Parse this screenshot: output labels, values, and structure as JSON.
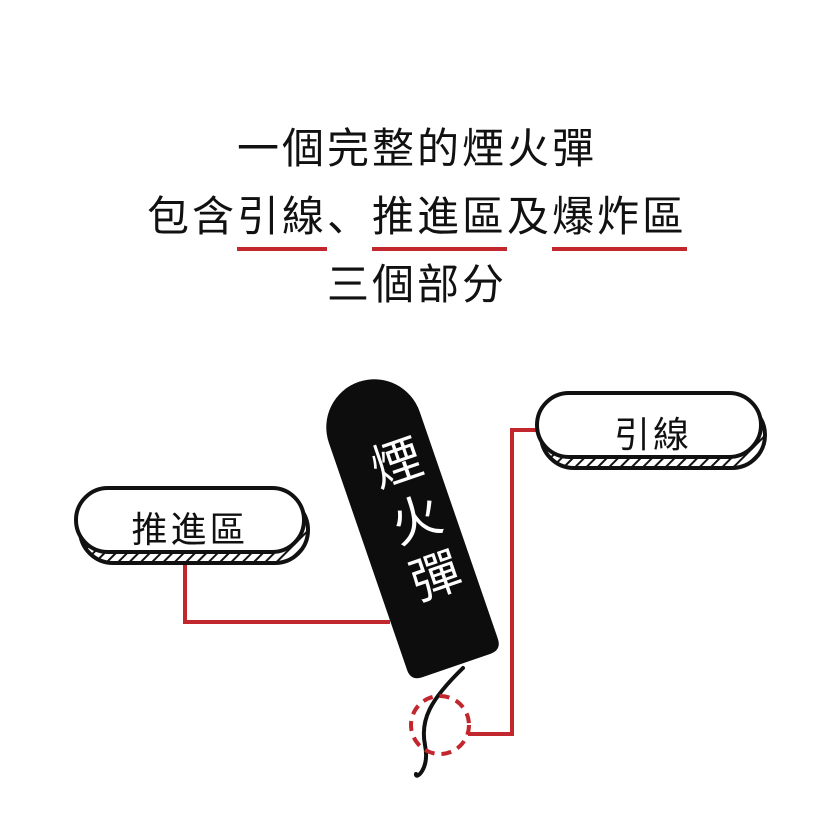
{
  "title": {
    "line1": "一個完整的煙火彈",
    "line2": {
      "p1": "包含",
      "u1": "引線",
      "p2": "、",
      "u2": "推進區",
      "p3": "及",
      "u3": "爆炸區"
    },
    "line3": "三個部分"
  },
  "diagram": {
    "rocket_label": [
      "煙",
      "火",
      "彈"
    ],
    "callout_fuse": "引線",
    "callout_propulsion": "推進區"
  },
  "colors": {
    "accent": "#c1272d",
    "ink": "#111111"
  }
}
